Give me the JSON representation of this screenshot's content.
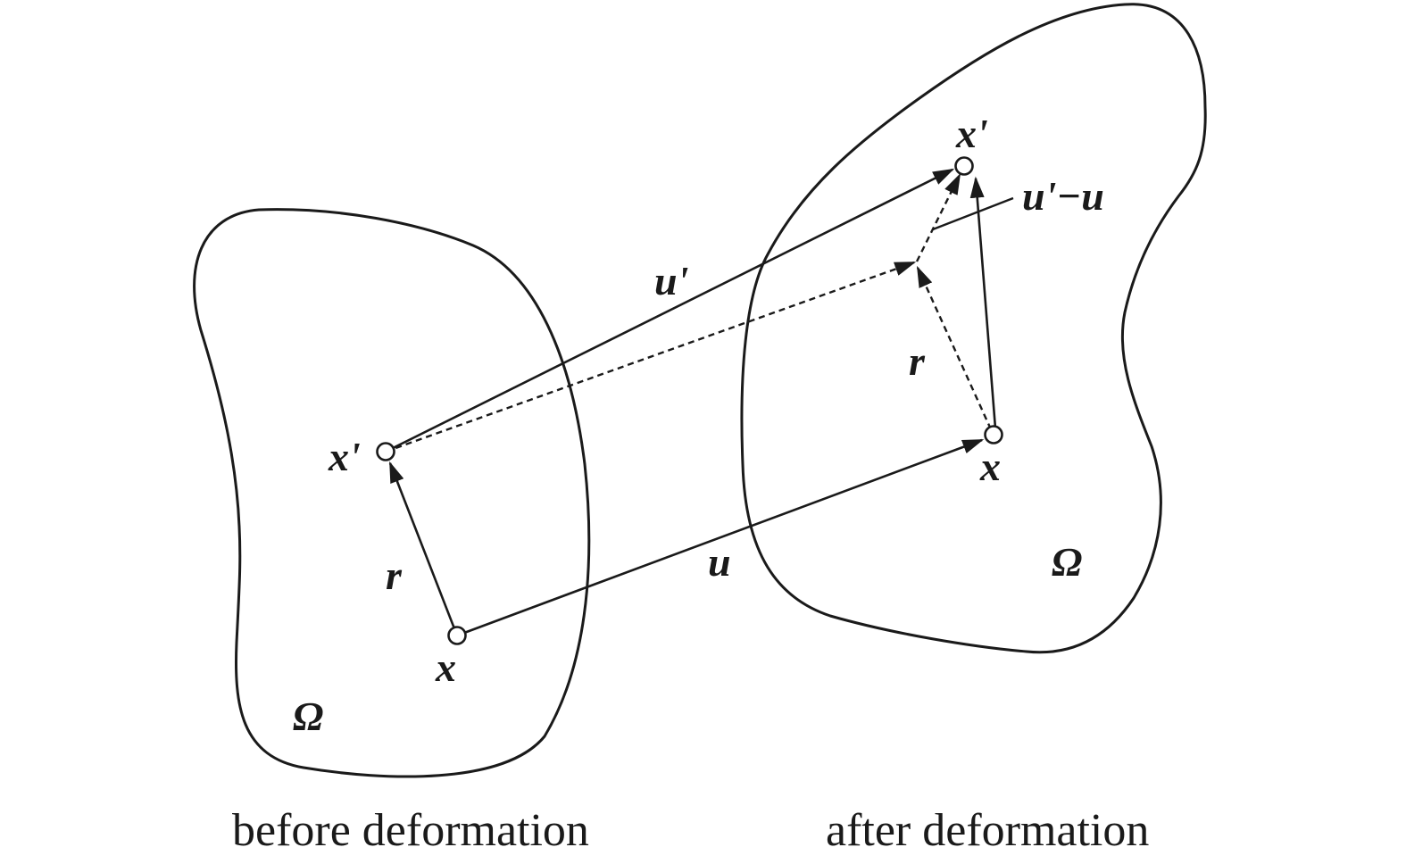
{
  "labels": {
    "before_x_prime": "x'",
    "before_x": "x",
    "before_r": "r",
    "before_omega": "Ω",
    "after_x_prime": "x'",
    "after_x": "x",
    "after_r": "r",
    "after_omega": "Ω",
    "u_prime": "u'",
    "u": "u",
    "u_diff": "u'−u"
  },
  "captions": {
    "before": "before deformation",
    "after": "after deformation"
  },
  "colors": {
    "ink": "#1a1a1a",
    "background": "#ffffff"
  }
}
